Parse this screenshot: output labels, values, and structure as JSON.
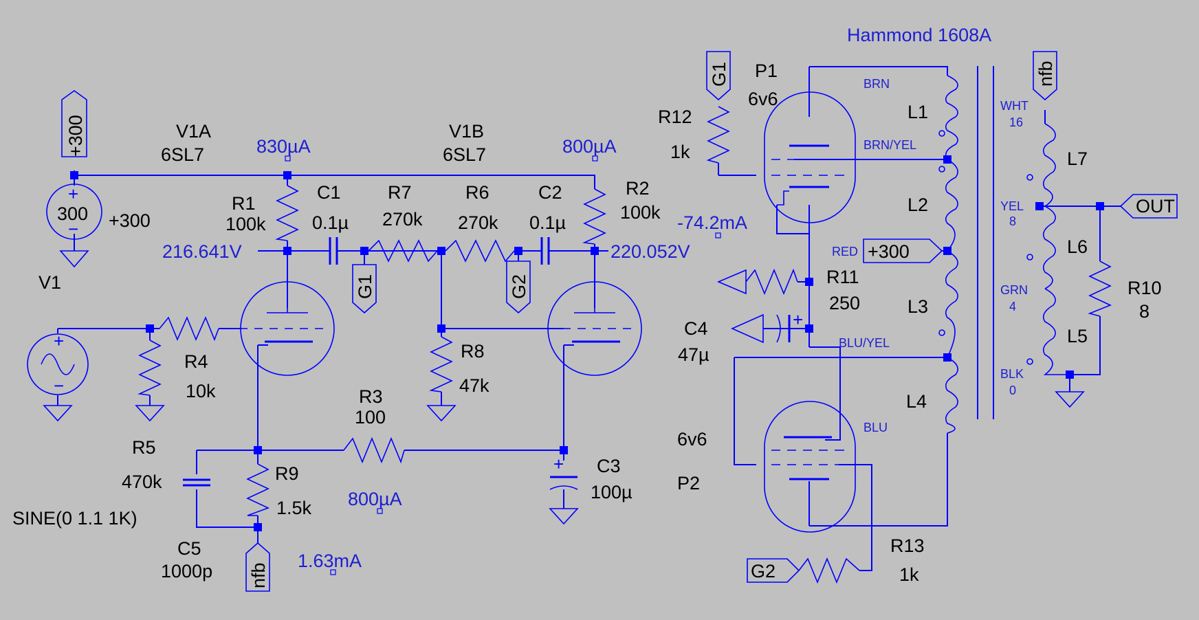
{
  "title": "Hammond 1608A",
  "supply": {
    "name": "V1",
    "value": "300",
    "label": "+300",
    "flag": "+300"
  },
  "source": {
    "spec": "SINE(0 1.1 1K)"
  },
  "tubes": {
    "v1a": {
      "name": "V1A",
      "type": "6SL7"
    },
    "v1b": {
      "name": "V1B",
      "type": "6SL7"
    },
    "p1": {
      "name": "P1",
      "type": "6v6"
    },
    "p2": {
      "name": "P2",
      "type": "6v6"
    }
  },
  "resistors": {
    "r1": {
      "name": "R1",
      "value": "100k"
    },
    "r2": {
      "name": "R2",
      "value": "100k"
    },
    "r3": {
      "name": "R3",
      "value": "100"
    },
    "r4": {
      "name": "R4",
      "value": "10k"
    },
    "r5": {
      "name": "R5",
      "value": "470k"
    },
    "r6": {
      "name": "R6",
      "value": "270k"
    },
    "r7": {
      "name": "R7",
      "value": "270k"
    },
    "r8": {
      "name": "R8",
      "value": "47k"
    },
    "r9": {
      "name": "R9",
      "value": "1.5k"
    },
    "r10": {
      "name": "R10",
      "value": "8"
    },
    "r11": {
      "name": "R11",
      "value": "250"
    },
    "r12": {
      "name": "R12",
      "value": "1k"
    },
    "r13": {
      "name": "R13",
      "value": "1k"
    }
  },
  "capacitors": {
    "c1": {
      "name": "C1",
      "value": "0.1µ"
    },
    "c2": {
      "name": "C2",
      "value": "0.1µ"
    },
    "c3": {
      "name": "C3",
      "value": "100µ"
    },
    "c4": {
      "name": "C4",
      "value": "47µ"
    },
    "c5": {
      "name": "C5",
      "value": "1000p"
    }
  },
  "inductors": {
    "l1": "L1",
    "l2": "L2",
    "l3": "L3",
    "l4": "L4",
    "l5": "L5",
    "l6": "L6",
    "l7": "L7"
  },
  "flags": {
    "g1": "G1",
    "g2": "G2",
    "nfb": "nfb",
    "out": "OUT",
    "plus300": "+300"
  },
  "annotations": {
    "i_r1": "830µA",
    "i_r2": "800µA",
    "i_r3": "800µA",
    "i_r9": "1.63mA",
    "i_r11": "-74.2mA",
    "v_plate1": "216.641V",
    "v_plate2": "220.052V"
  },
  "taps": {
    "brn": "BRN",
    "brn_yel": "BRN/YEL",
    "red": "RED",
    "blu_yel": "BLU/YEL",
    "blu": "BLU",
    "wht": "WHT",
    "wht_num": "16",
    "yel": "YEL",
    "yel_num": "8",
    "grn": "GRN",
    "grn_num": "4",
    "blk": "BLK",
    "blk_num": "0"
  },
  "colors": {
    "background": "#c0c0c0",
    "wire": "#0000ff",
    "annotation": "#1e1ed2",
    "label": "#000000"
  }
}
